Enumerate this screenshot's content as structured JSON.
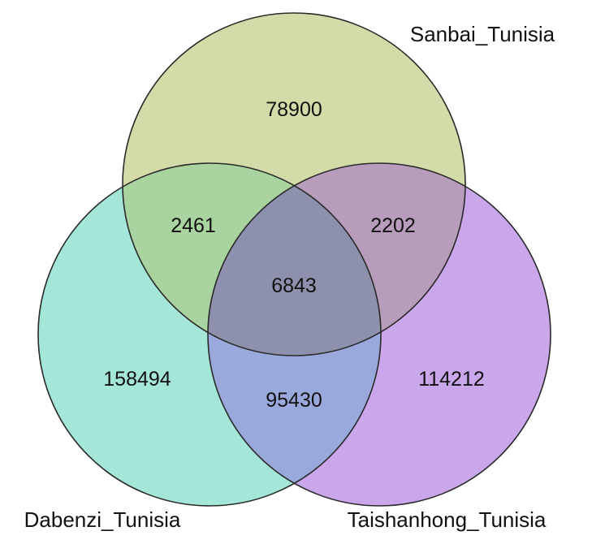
{
  "sets": [
    {
      "name": "Sanbai_Tunisia",
      "color": "#d3dca8"
    },
    {
      "name": "Dabenzi_Tunisia",
      "color": "#a4e7d8"
    },
    {
      "name": "Taishanhong_Tunisia",
      "color": "#caa6ea"
    }
  ],
  "regions": {
    "sanbai_only": "78900",
    "dabenzi_only": "158494",
    "taishanhong_only": "114212",
    "sanbai_dabenzi": "2461",
    "sanbai_taishanhong": "2202",
    "dabenzi_taishanhong": "95430",
    "all_three": "6843"
  },
  "colors": {
    "outline": "#2a2a2a",
    "sanbai_dabenzi": "#a9d49f",
    "sanbai_taishanhong": "#b79cbb",
    "dabenzi_taishanhong": "#9aa9dc",
    "all_three": "#8e91ad"
  }
}
